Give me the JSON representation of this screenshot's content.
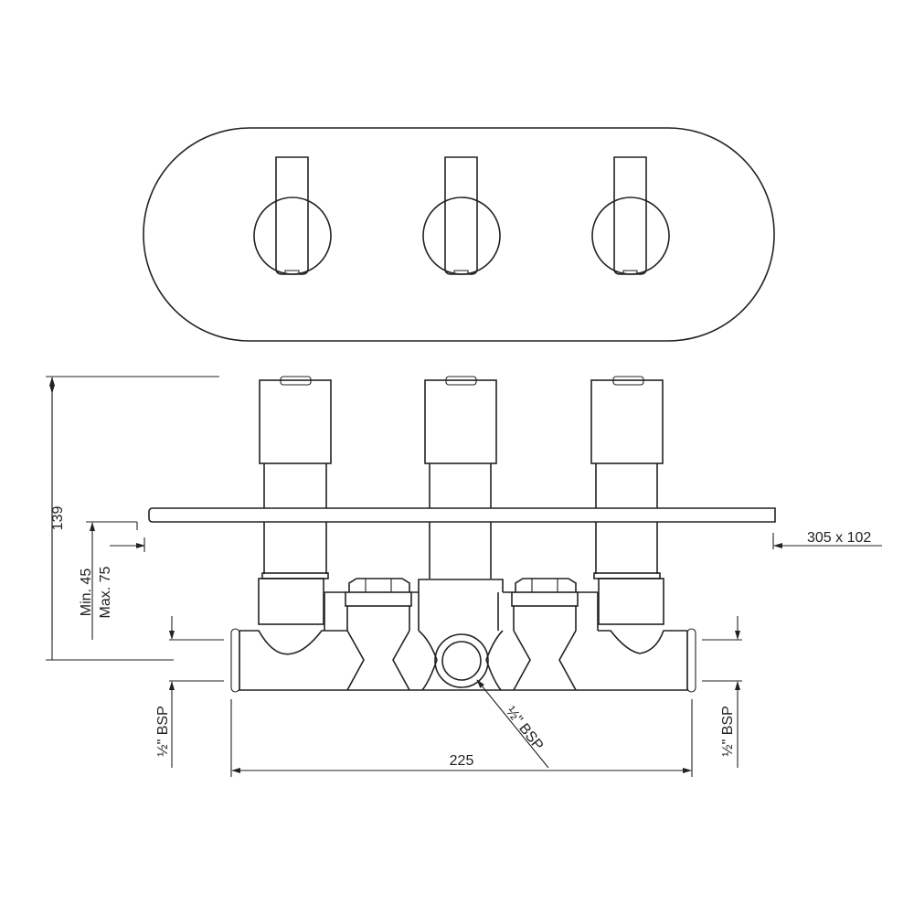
{
  "dimensions": {
    "overall_depth": "139",
    "wall_depth": "Min. 45",
    "wall_depth_max": "Max. 75",
    "plate_size": "305 x 102",
    "width": "225",
    "inlet_left": "½\" BSP",
    "inlet_right": "½\" BSP",
    "outlet_centre": "½\" BSP"
  },
  "colors": {
    "line": "#222222",
    "background": "#ffffff"
  }
}
